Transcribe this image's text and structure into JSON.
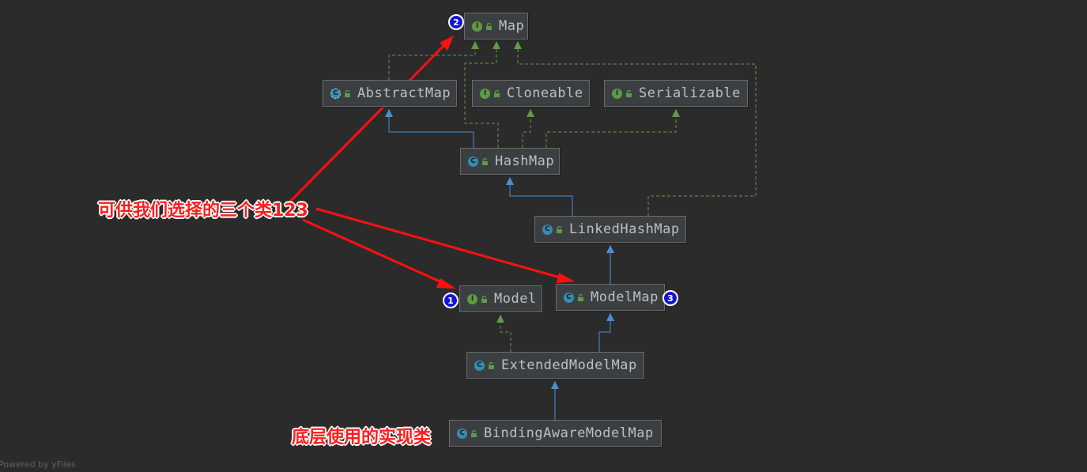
{
  "diagram": {
    "nodes": [
      {
        "id": "map",
        "kind": "I",
        "label": "Map"
      },
      {
        "id": "abstractmap",
        "kind": "A",
        "label": "AbstractMap"
      },
      {
        "id": "cloneable",
        "kind": "I",
        "label": "Cloneable"
      },
      {
        "id": "serializable",
        "kind": "I",
        "label": "Serializable"
      },
      {
        "id": "hashmap",
        "kind": "C",
        "label": "HashMap"
      },
      {
        "id": "linkedhashmap",
        "kind": "C",
        "label": "LinkedHashMap"
      },
      {
        "id": "model",
        "kind": "I",
        "label": "Model"
      },
      {
        "id": "modelmap",
        "kind": "C",
        "label": "ModelMap"
      },
      {
        "id": "extendedmodelmap",
        "kind": "C",
        "label": "ExtendedModelMap"
      },
      {
        "id": "bindingawaremodelmap",
        "kind": "C",
        "label": "BindingAwareModelMap"
      }
    ],
    "edges": [
      {
        "from": "abstractmap",
        "to": "map",
        "type": "implements"
      },
      {
        "from": "hashmap",
        "to": "map",
        "type": "implements"
      },
      {
        "from": "linkedhashmap",
        "to": "map",
        "type": "implements"
      },
      {
        "from": "hashmap",
        "to": "abstractmap",
        "type": "extends"
      },
      {
        "from": "hashmap",
        "to": "cloneable",
        "type": "implements"
      },
      {
        "from": "hashmap",
        "to": "serializable",
        "type": "implements"
      },
      {
        "from": "linkedhashmap",
        "to": "hashmap",
        "type": "extends"
      },
      {
        "from": "modelmap",
        "to": "linkedhashmap",
        "type": "extends"
      },
      {
        "from": "extendedmodelmap",
        "to": "model",
        "type": "implements"
      },
      {
        "from": "extendedmodelmap",
        "to": "modelmap",
        "type": "extends"
      },
      {
        "from": "bindingawaremodelmap",
        "to": "extendedmodelmap",
        "type": "extends"
      }
    ],
    "badges": [
      {
        "id": "badge-map",
        "text": "2"
      },
      {
        "id": "badge-model",
        "text": "1"
      },
      {
        "id": "badge-modelmap",
        "text": "3"
      }
    ]
  },
  "annotations": {
    "choices": "可供我们选择的三个类123",
    "impl": "底层使用的实现类"
  },
  "footer": "Powered by yFiles",
  "colors": {
    "background": "#2b2b2b",
    "node_fill": "#3c3f41",
    "node_border": "#6b6b6b",
    "node_text": "#b8c0c8",
    "implements_edge": "#5d9b47",
    "extends_edge": "#4a8fd6",
    "interface_icon": "#5d9b47",
    "class_icon": "#3a8ab0",
    "annotation": "#ff1d1d",
    "badge": "#1414d6"
  }
}
